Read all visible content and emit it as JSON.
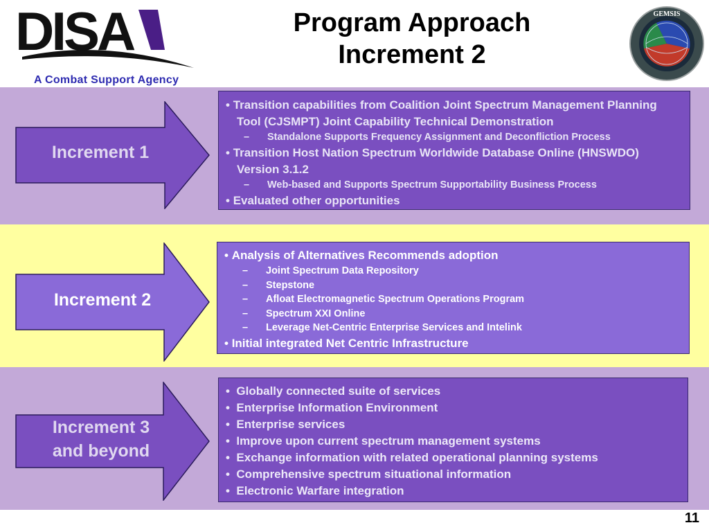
{
  "header": {
    "logo_text": "DISA",
    "tagline": "A Combat Support Agency",
    "title_line1": "Program Approach",
    "title_line2": "Increment 2",
    "seal_text": "GEMSIS"
  },
  "colors": {
    "band_purple": "#c3a9d8",
    "band_yellow": "#ffffa0",
    "arrow_dark": "#7a4fc0",
    "arrow_mid": "#8a6ad8",
    "text_inactive": "#e0d8f0",
    "disa_blue": "#2d2ab0"
  },
  "increments": [
    {
      "label": "Increment 1",
      "items": [
        {
          "text": "Transition capabilities from Coalition Joint Spectrum Management Planning Tool  (CJSMPT) Joint Capability Technical Demonstration",
          "subs": [
            "Standalone Supports Frequency Assignment and Deconfliction Process"
          ]
        },
        {
          "text": "Transition Host Nation Spectrum Worldwide Database Online (HNSWDO) Version 3.1.2",
          "subs": [
            "Web-based and Supports Spectrum Supportability Business Process"
          ]
        },
        {
          "text": "Evaluated other opportunities",
          "subs": []
        }
      ]
    },
    {
      "label": "Increment 2",
      "items": [
        {
          "text": "Analysis of Alternatives Recommends adoption",
          "subs": [
            "Joint Spectrum Data Repository",
            "Stepstone",
            "Afloat Electromagnetic Spectrum Operations Program",
            "Spectrum XXI Online",
            "Leverage Net-Centric Enterprise Services and Intelink"
          ]
        },
        {
          "text": "Initial integrated Net Centric Infrastructure",
          "subs": []
        }
      ]
    },
    {
      "label_line1": "Increment 3",
      "label_line2": "and beyond",
      "items": [
        {
          "text": "Globally connected suite of services"
        },
        {
          "text": "Enterprise Information Environment"
        },
        {
          "text": "Enterprise services"
        },
        {
          "text": "Improve upon current spectrum management systems"
        },
        {
          "text": "Exchange information with related operational planning systems"
        },
        {
          "text": "Comprehensive spectrum situational information"
        },
        {
          "text": "Electronic Warfare integration"
        }
      ]
    }
  ],
  "page_number": "11"
}
